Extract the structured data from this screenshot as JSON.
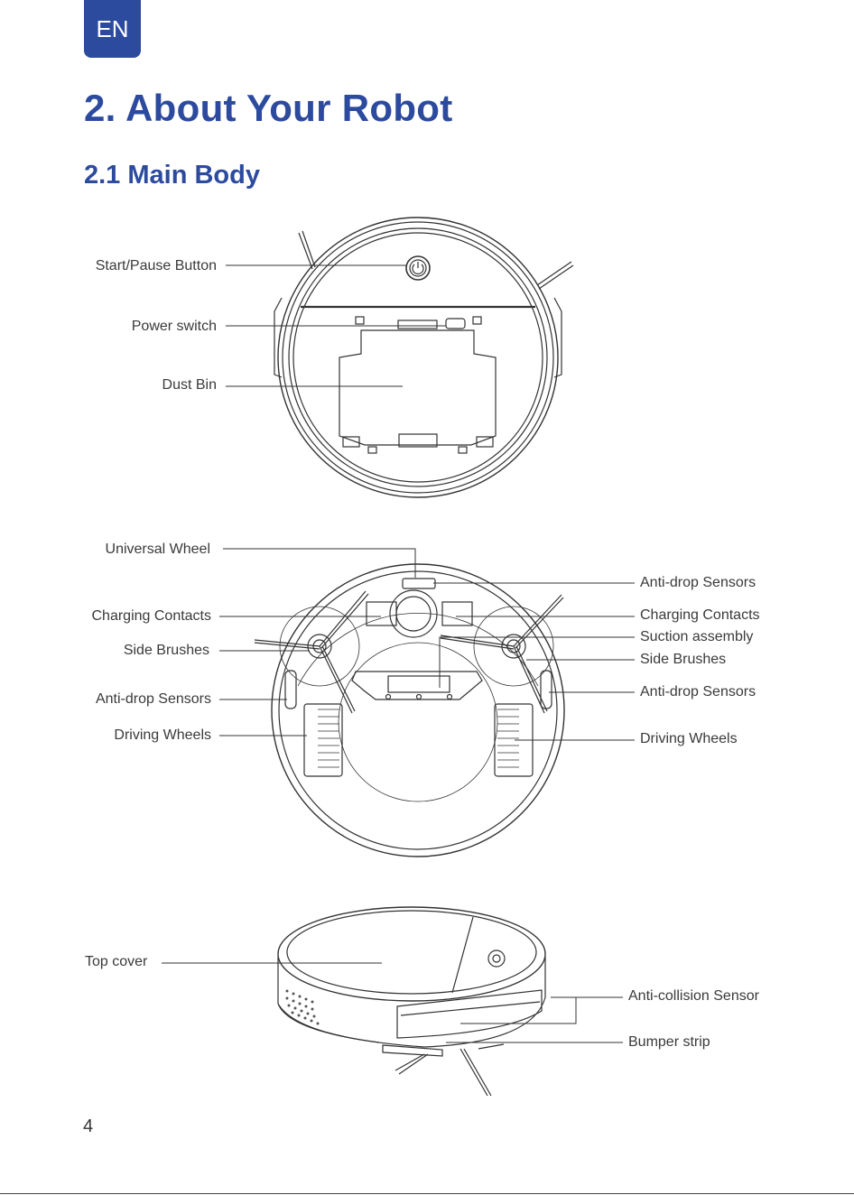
{
  "header": {
    "lang_badge": "EN",
    "title": "2. About Your Robot",
    "section": "2.1 Main Body"
  },
  "figure_top": {
    "labels": [
      "Start/Pause Button",
      "Power switch",
      "Dust Bin"
    ]
  },
  "figure_bottom": {
    "left_labels": [
      "Universal Wheel",
      "Charging Contacts",
      "Side Brushes",
      "Anti-drop Sensors",
      "Driving Wheels"
    ],
    "right_labels": [
      "Anti-drop Sensors",
      "Charging Contacts",
      "Suction assembly",
      "Side Brushes",
      "Anti-drop Sensors",
      "Driving Wheels"
    ]
  },
  "figure_side": {
    "left_labels": [
      "Top cover"
    ],
    "right_labels": [
      "Anti-collision Sensor",
      "Bumper strip"
    ]
  },
  "page_number": "4",
  "colors": {
    "accent": "#2c4a9e",
    "line": "#333333"
  }
}
